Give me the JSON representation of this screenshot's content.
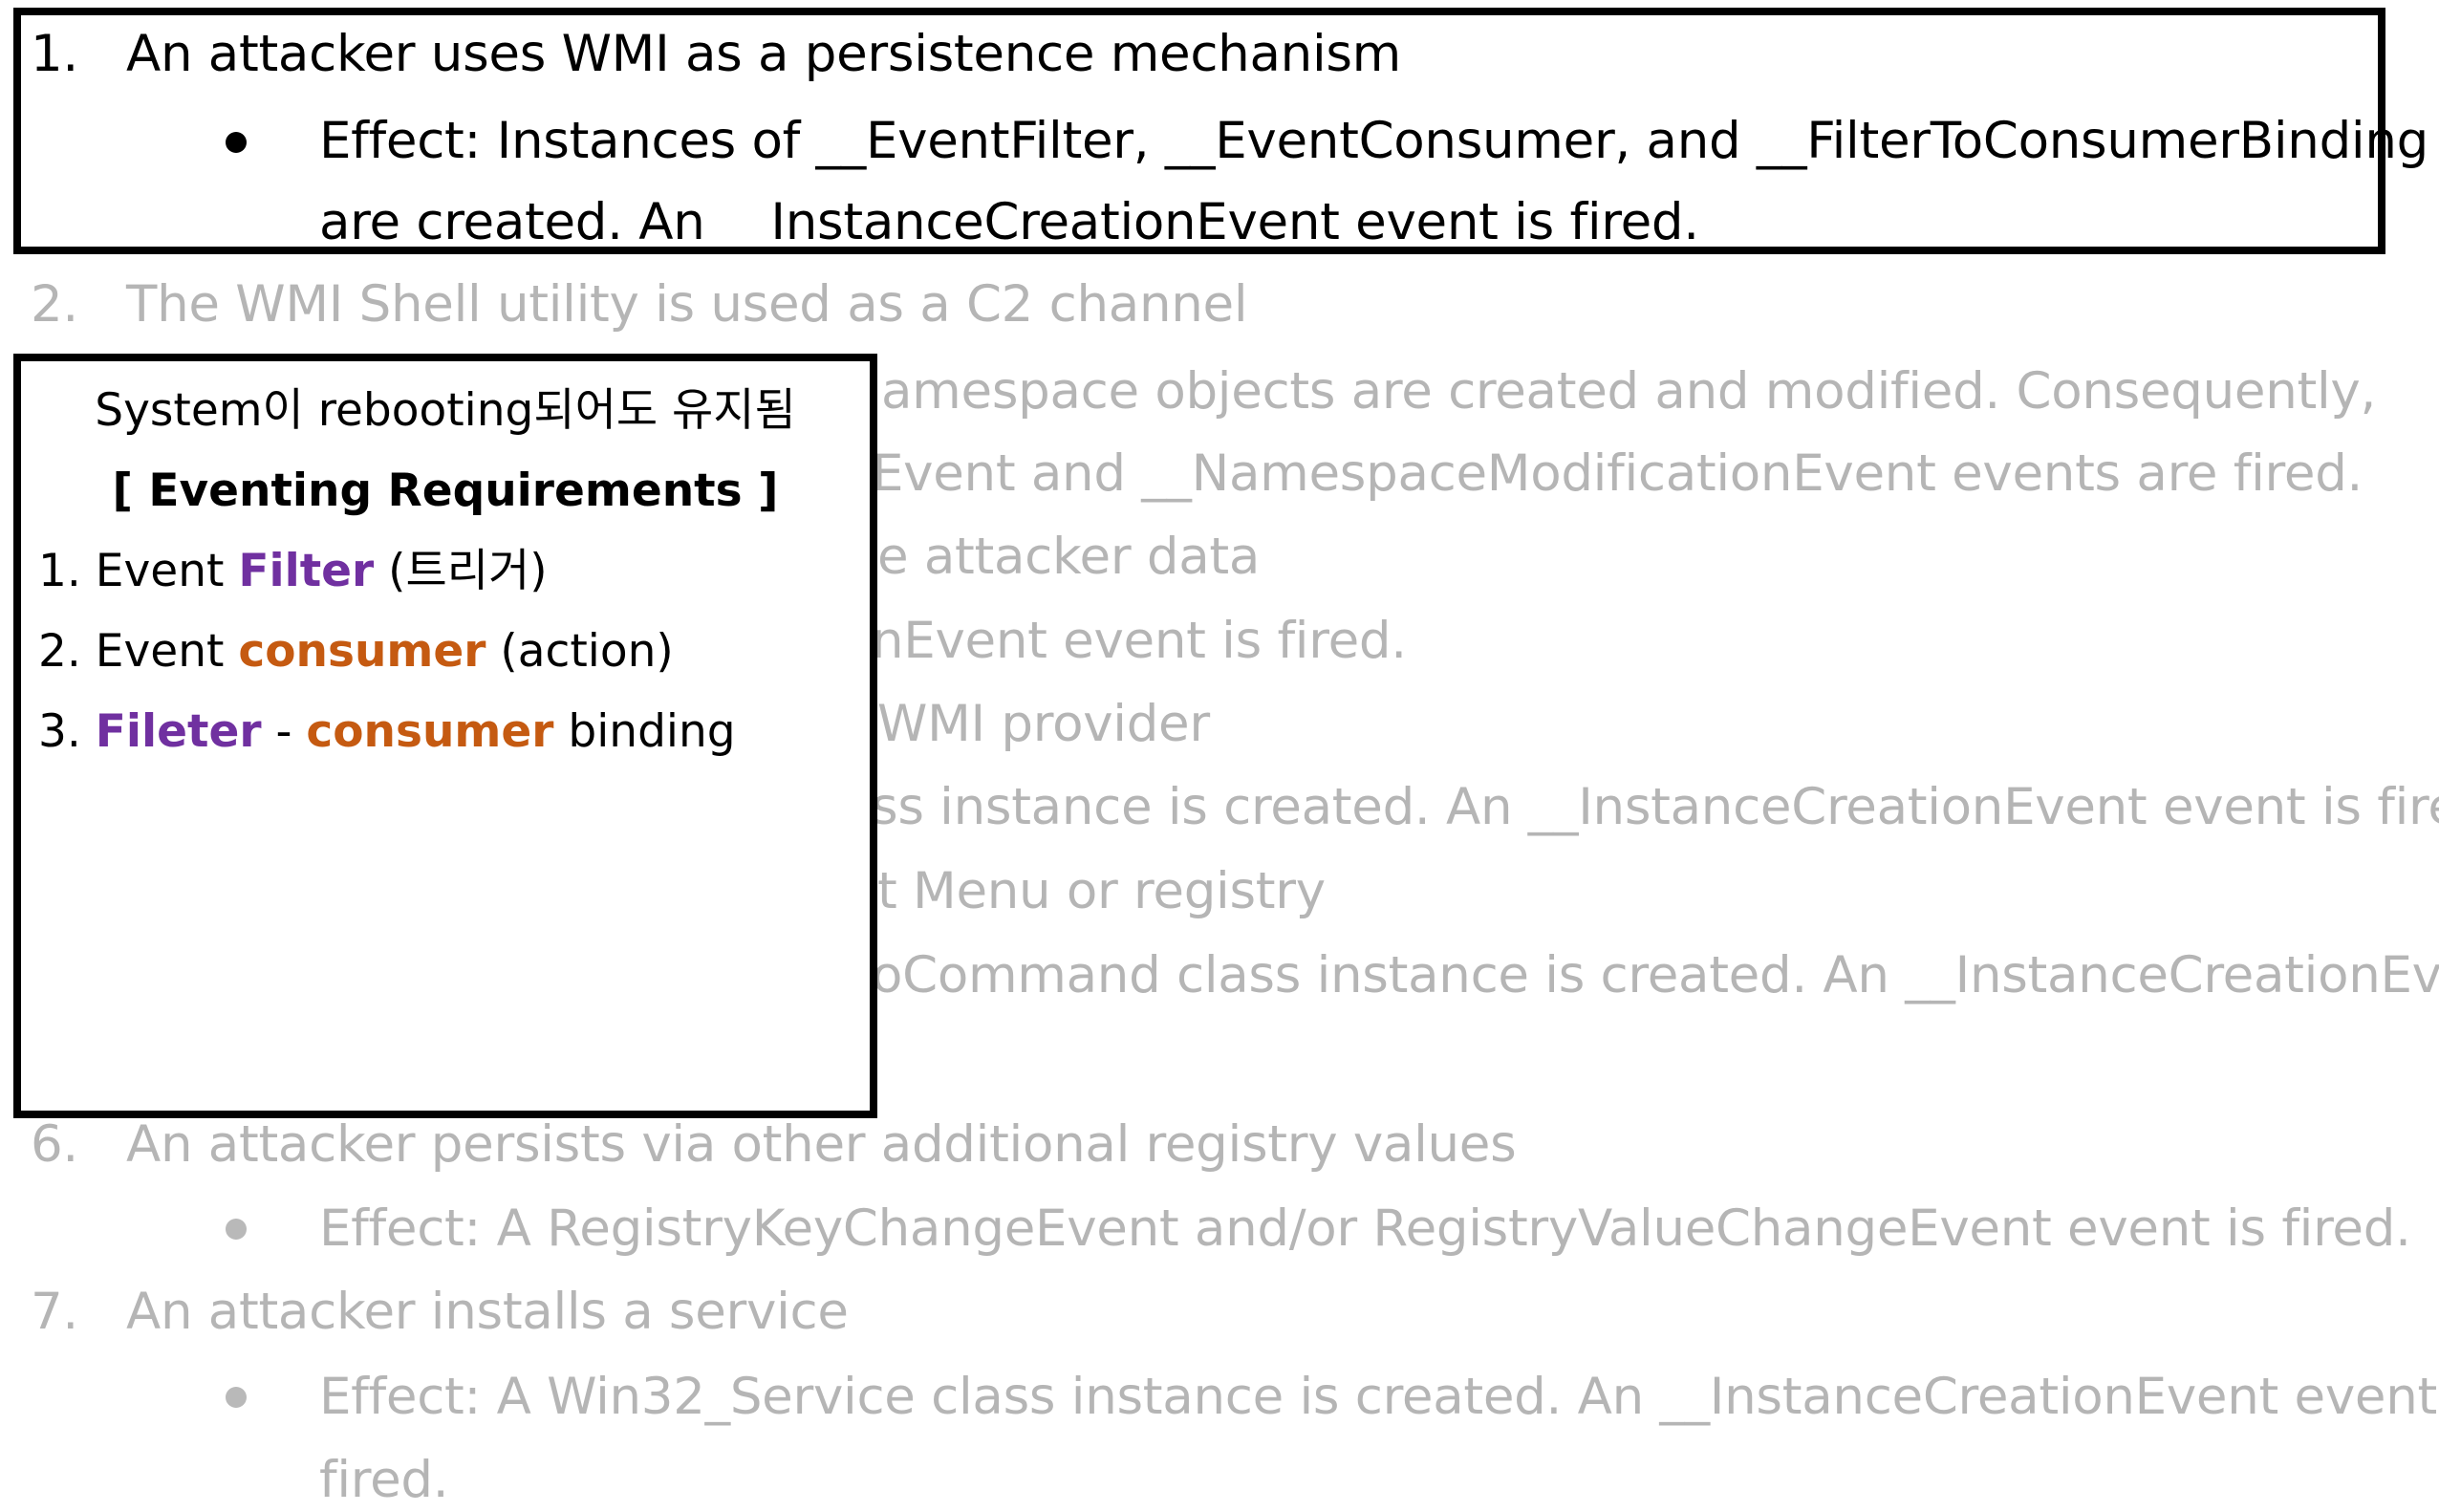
{
  "document": {
    "items": [
      {
        "number": "1.",
        "text": "An attacker uses WMI as a persistence mechanism",
        "effect_line1": "Effect: Instances of __EventFilter, __EventConsumer, and __FilterToConsumerBinding",
        "effect_line2": "are created. An __InstanceCreationEvent event is fired."
      },
      {
        "number": "2.",
        "text": "The WMI Shell utility is used as a C2 channel",
        "effect_line1": "amespace objects are created and modified. Consequently,",
        "effect_line2": "Event and __NamespaceModificationEvent events are fired."
      },
      {
        "fragment1": "e attacker data",
        "fragment2": "nEvent event is fired."
      },
      {
        "fragment1": "WMI provider",
        "fragment2": "ss instance is created. An __InstanceCreationEvent event is fired."
      },
      {
        "fragment1": "t Menu or registry",
        "fragment2": "oCommand class instance is created. An __InstanceCreationEvent"
      },
      {
        "number": "6.",
        "text": "An attacker persists via other additional registry values",
        "effect_line1": "Effect: A RegistryKeyChangeEvent and/or RegistryValueChangeEvent event is fired."
      },
      {
        "number": "7.",
        "text": "An attacker installs a service",
        "effect_line1": "Effect: A Win32_Service class instance is created. An __InstanceCreationEvent event is",
        "effect_line2": "fired."
      }
    ]
  },
  "note": {
    "title": "System이 rebooting되어도 유지됨",
    "heading": "[ Eventing Requirements ]",
    "items": [
      {
        "prefix": "1. Event ",
        "highlight": "Filter",
        "suffix": " (트리거)"
      },
      {
        "prefix": "2. Event ",
        "highlight": "consumer",
        "suffix": " (action)"
      },
      {
        "prefix": "3. ",
        "highlight1": "Fileter",
        "dash": " - ",
        "highlight2": "consumer",
        "suffix": " binding"
      }
    ]
  },
  "colors": {
    "faded_text": "#b5b5b5",
    "filter_highlight": "#7030a0",
    "consumer_highlight": "#c55a11",
    "box_border": "#000000"
  }
}
